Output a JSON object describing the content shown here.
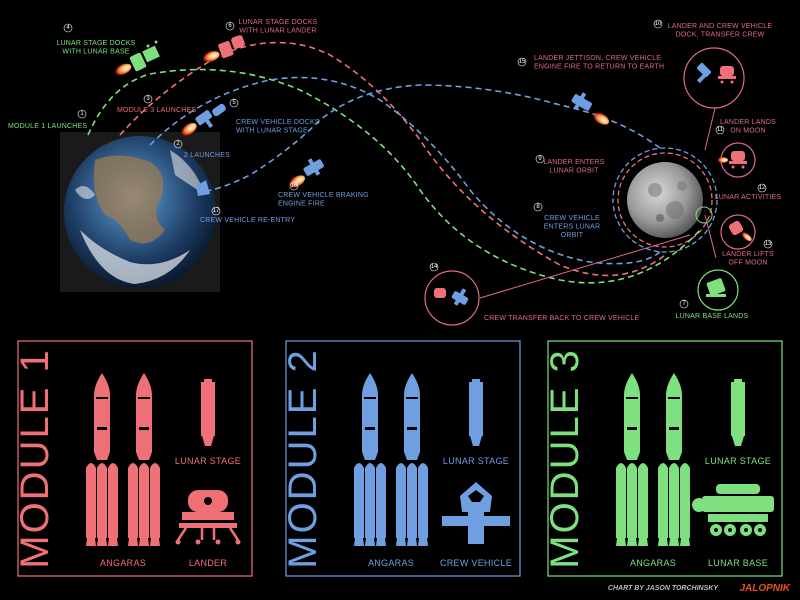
{
  "colors": {
    "module1": "#f07078",
    "module2": "#6f9fe0",
    "module3": "#7ee07e",
    "accent_pink": "#e06a8c",
    "brand": "#e8501e",
    "background": "#000000"
  },
  "steps": [
    {
      "n": "1",
      "text": [
        "MODULE 1 LAUNCHES"
      ]
    },
    {
      "n": "2",
      "text": [
        "2 LAUNCHES"
      ]
    },
    {
      "n": "3",
      "text": [
        "MODULE 3 LAUNCHES"
      ]
    },
    {
      "n": "4",
      "text": [
        "LUNAR STAGE DOCKS",
        "WITH LUNAR BASE"
      ]
    },
    {
      "n": "5",
      "text": [
        "CREW VEHICLE DOCKS",
        "WITH LUNAR STAGE"
      ]
    },
    {
      "n": "6",
      "text": [
        "LUNAR STAGE DOCKS",
        "WITH LUNAR LANDER"
      ]
    },
    {
      "n": "7",
      "text": [
        "LUNAR BASE LANDS"
      ]
    },
    {
      "n": "8",
      "text": [
        "CREW VEHICLE",
        "ENTERS LUNAR",
        "ORBIT"
      ]
    },
    {
      "n": "9",
      "text": [
        "LANDER ENTERS",
        "LUNAR ORBIT"
      ]
    },
    {
      "n": "10",
      "text": [
        "LANDER AND CREW VEHICLE",
        "DOCK, TRANSFER CREW"
      ]
    },
    {
      "n": "11",
      "text": [
        "LANDER LANDS",
        "ON MOON"
      ]
    },
    {
      "n": "12",
      "text": [
        "LUNAR ACTIVITIES"
      ]
    },
    {
      "n": "13",
      "text": [
        "LANDER LIFTS",
        "OFF MOON"
      ]
    },
    {
      "n": "14",
      "text": [
        "CREW TRANSFER BACK TO CREW VEHICLE"
      ]
    },
    {
      "n": "15",
      "text": [
        "LANDER JETTISON, CREW VEHICLE",
        "ENGINE FIRE TO RETURN TO EARTH"
      ]
    },
    {
      "n": "16",
      "text": [
        "CREW VEHICLE BRAKING",
        "ENGINE FIRE"
      ]
    },
    {
      "n": "17",
      "text": [
        "CREW VEHICLE RE-ENTRY"
      ]
    }
  ],
  "modules": [
    {
      "title": "MODULE 1",
      "rockets_label": "ANGARAS",
      "stage_label": "LUNAR STAGE",
      "payload_label": "LANDER",
      "payload_icon": "lander-icon"
    },
    {
      "title": "MODULE 2",
      "rockets_label": "ANGARAS",
      "stage_label": "LUNAR STAGE",
      "payload_label": "CREW VEHICLE",
      "payload_icon": "crew-vehicle-icon"
    },
    {
      "title": "MODULE 3",
      "rockets_label": "ANGARAS",
      "stage_label": "LUNAR STAGE",
      "payload_label": "LUNAR BASE",
      "payload_icon": "lunar-base-icon"
    }
  ],
  "footer": {
    "credit": "CHART BY JASON TORCHINSKY",
    "brand": "JALOPNIK"
  }
}
